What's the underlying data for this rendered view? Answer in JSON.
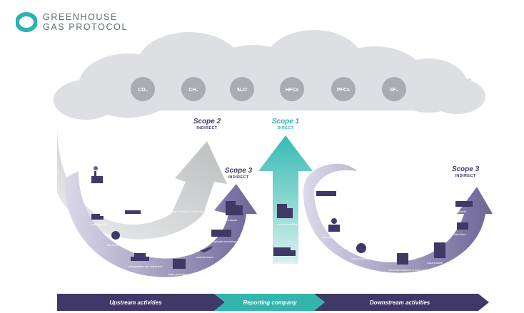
{
  "logo": {
    "line1": "GREENHOUSE",
    "line2": "GAS PROTOCOL",
    "colors": {
      "ring": "#2bb3b1",
      "text": "#5b6b7b"
    }
  },
  "gases": [
    "CO₂",
    "CH₄",
    "N₂O",
    "HFCs",
    "PFCs",
    "SF₆"
  ],
  "scopes": {
    "scope2": {
      "title": "Scope 2",
      "sub": "INDIRECT"
    },
    "scope1": {
      "title": "Scope 1",
      "sub": "DIRECT"
    },
    "scope3_up": {
      "title": "Scope 3",
      "sub": "INDIRECT"
    },
    "scope3_down": {
      "title": "Scope 3",
      "sub": "INDIRECT"
    }
  },
  "labels": {
    "upstream": [
      "purchased goods and services",
      "capital goods",
      "fuel and energy related activities",
      "transportation and distribution",
      "waste generated in operations",
      "business travel",
      "employee commuting",
      "leased assets",
      "purchased electricity, steam, heating & cooling for own use"
    ],
    "company": [
      "company facilities",
      "company vehicles"
    ],
    "downstream": [
      "transportation and distribution",
      "processing of sold products",
      "use of sold products",
      "end-of-life treatment of sold products",
      "leased assets",
      "franchises",
      "investments"
    ]
  },
  "bottom_bar": {
    "upstream": "Upstream activities",
    "reporting": "Reporting company",
    "downstream": "Downstream activities"
  },
  "colors": {
    "upstream_arrow": "#6b6396",
    "scope1_teal": "#32b5ad",
    "scope2_gray": "#b7babd",
    "clouds": "#d9dbde",
    "gas_circle": "#a9adb2",
    "bar": "#3f3968"
  }
}
